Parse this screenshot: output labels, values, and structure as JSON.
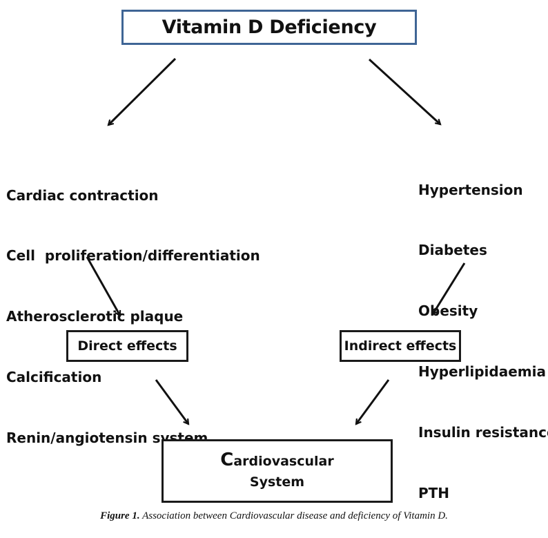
{
  "diagram": {
    "top_node": {
      "label": "Vitamin D Deficiency",
      "border_color": "#3f6595"
    },
    "left_branch": {
      "items": [
        "Cardiac contraction",
        "Cell  proliferation/differentiation",
        "Atherosclerotic plaque",
        "Calcification",
        "Renin/angiotensin system"
      ],
      "effect_node": {
        "label": "Direct effects"
      }
    },
    "right_branch": {
      "items": [
        "Hypertension",
        "Diabetes",
        "Obesity",
        "Hyperlipidaemia",
        "Insulin resistance",
        "PTH"
      ],
      "effect_node": {
        "label": "Indirect effects"
      }
    },
    "bottom_node": {
      "line1_initial": "C",
      "line1_rest": "ardiovascular",
      "line2": "System"
    },
    "edges": [
      {
        "from": "Vitamin D Deficiency",
        "to": "left factors"
      },
      {
        "from": "Vitamin D Deficiency",
        "to": "right factors"
      },
      {
        "from": "left factors",
        "to": "Direct effects"
      },
      {
        "from": "right factors",
        "to": "Indirect effects"
      },
      {
        "from": "Direct effects",
        "to": "Cardiovascular System"
      },
      {
        "from": "Indirect effects",
        "to": "Cardiovascular System"
      }
    ],
    "arrow_color": "#111111"
  },
  "caption": {
    "label": "Figure 1.",
    "text": " Association between Cardiovascular disease and deficiency of Vitamin D."
  }
}
